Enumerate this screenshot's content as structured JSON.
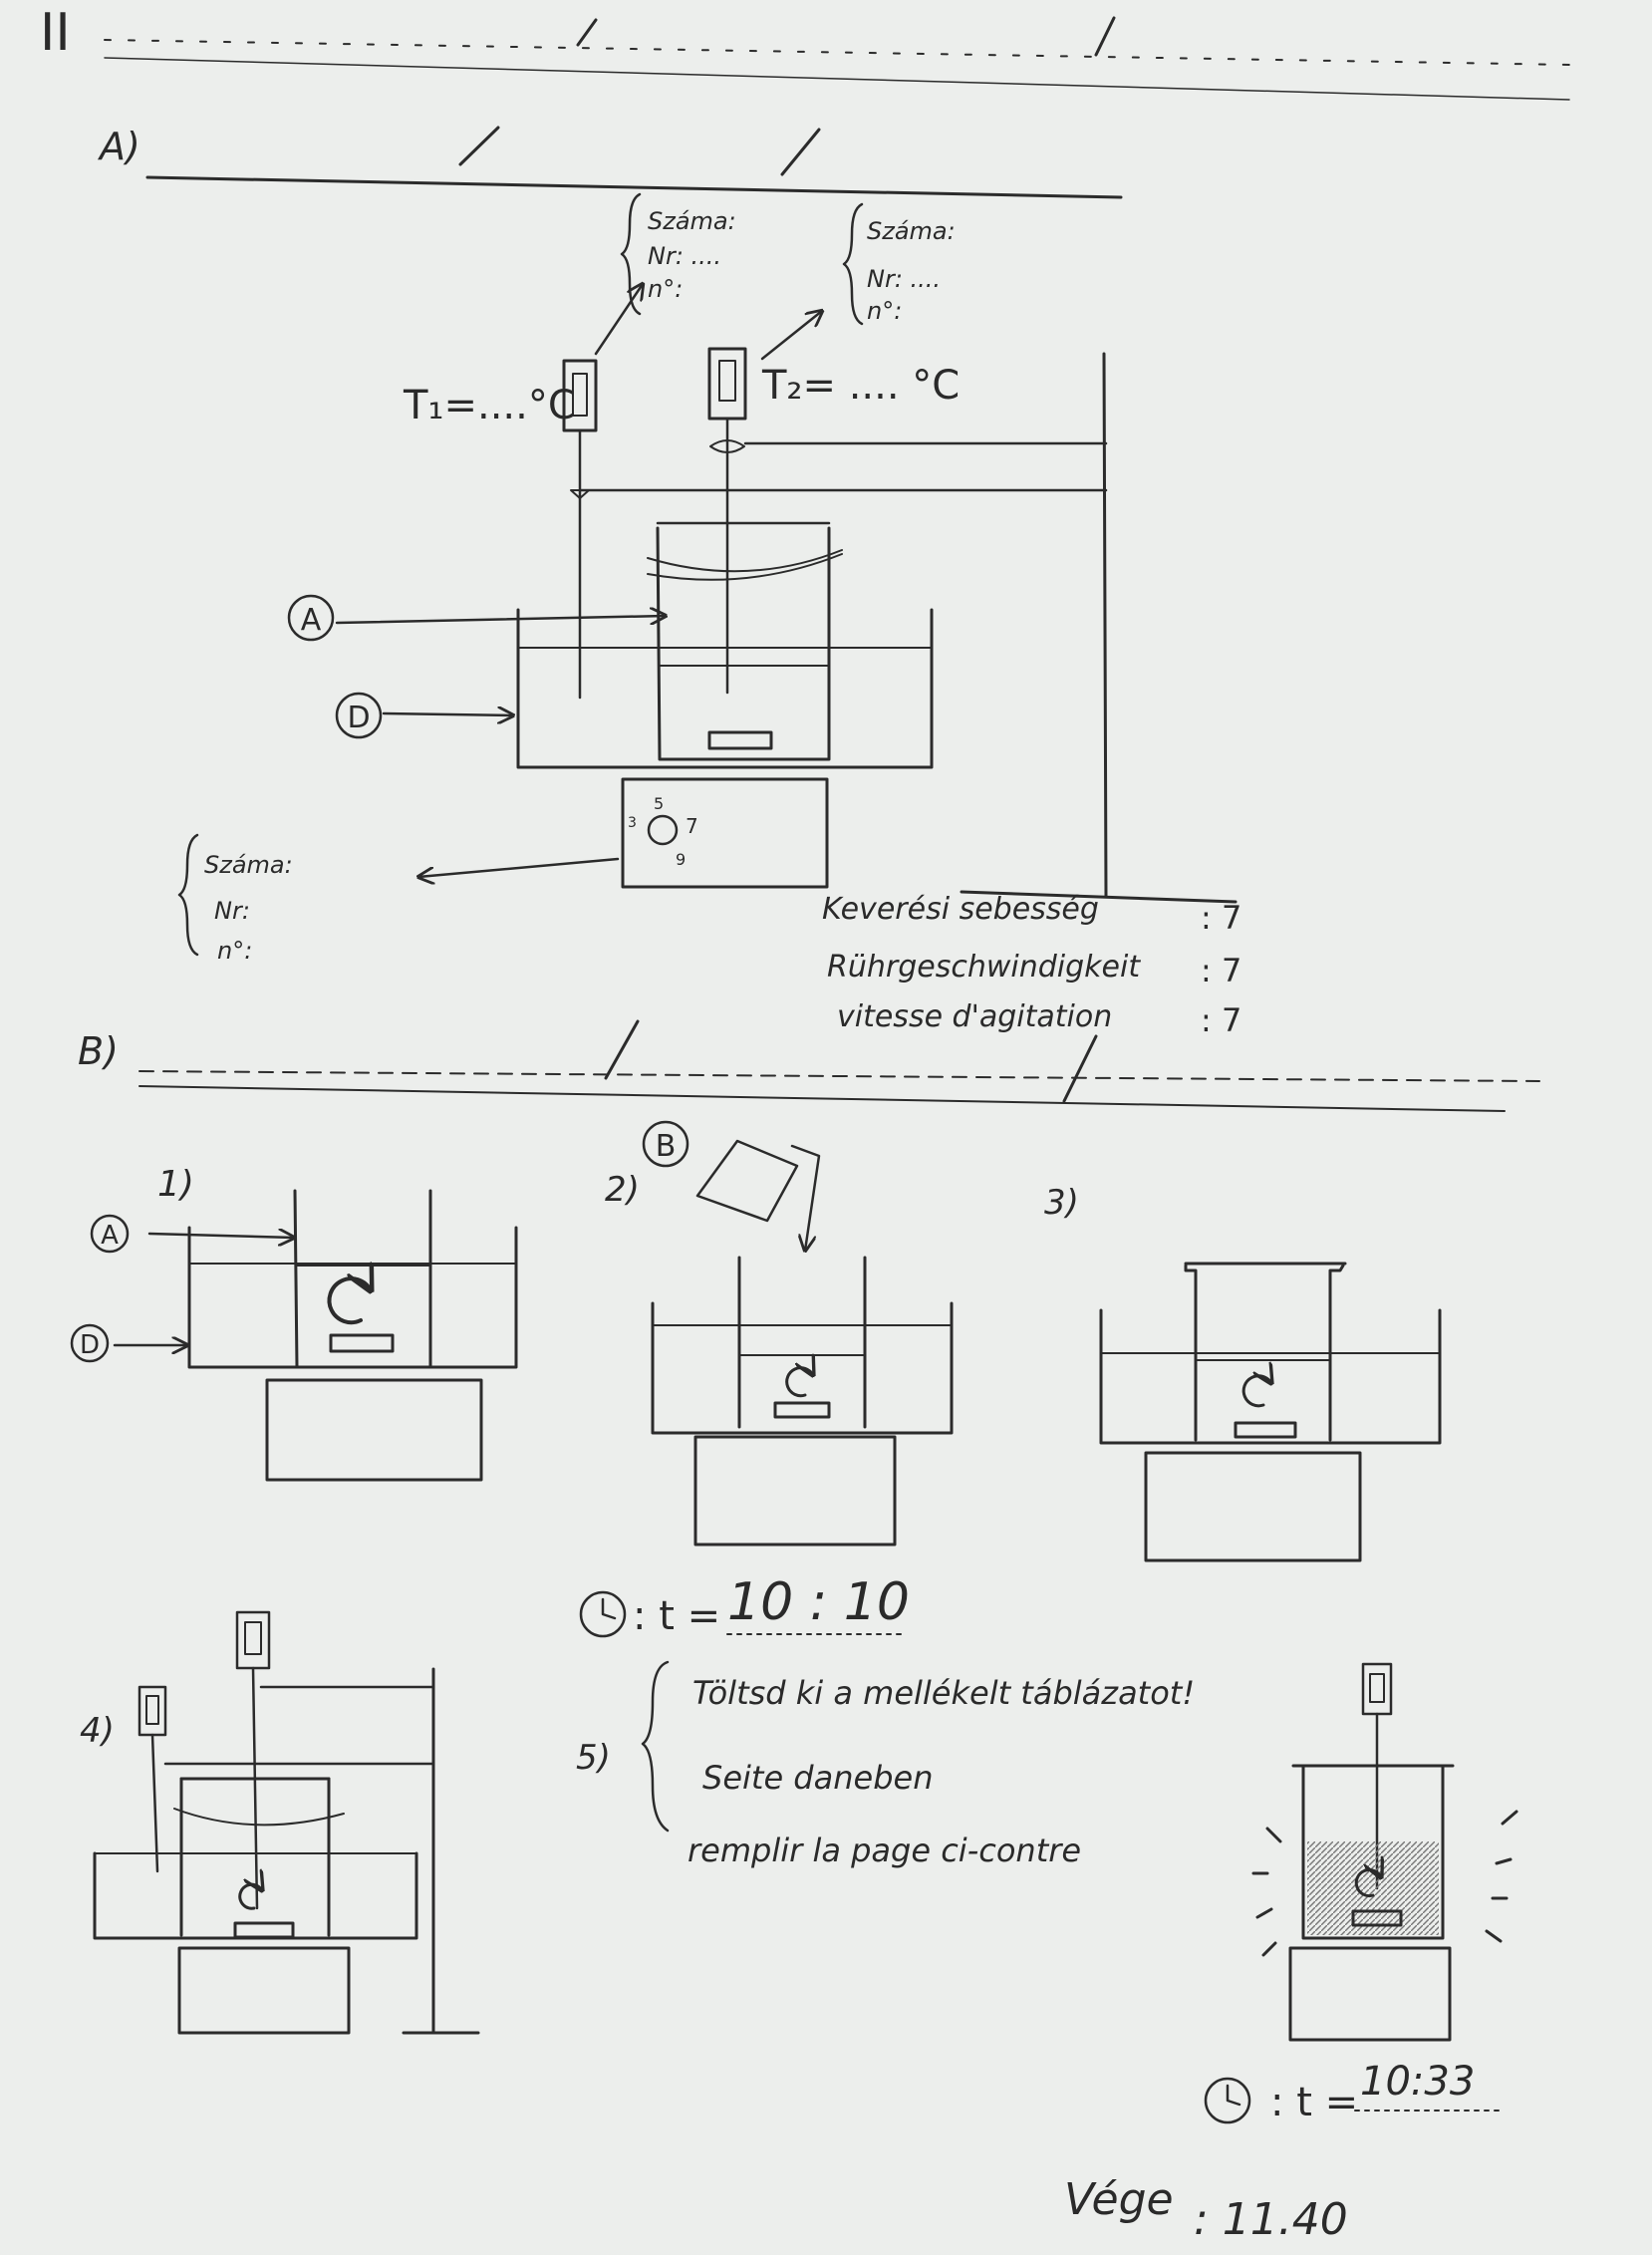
{
  "section": {
    "numeral": "II"
  },
  "part_a": {
    "label": "A)",
    "thermo_1": {
      "reading": "T₁=....°C",
      "note": {
        "line1": "Száma:",
        "line2": "Nr: ....",
        "line3": "n°:"
      }
    },
    "thermo_2": {
      "reading": "T₂= .... °C",
      "note": {
        "line1": "Száma:",
        "line2": "Nr: ....",
        "line3": "n°:"
      }
    },
    "marker_a": "A",
    "marker_d": "D",
    "stirrer_dial": {
      "n1": "3",
      "n2": "5",
      "n3": "7",
      "n4": "9"
    },
    "stirrer_note": {
      "line1": "Száma:",
      "line2": "Nr:",
      "line3": "n°:"
    },
    "speed": {
      "hu": "Keverési sebesség",
      "hu_value": ": 7",
      "de": "Rührgeschwindigkeit",
      "de_value": ": 7",
      "fr": "vitesse d'agitation",
      "fr_value": ": 7"
    }
  },
  "part_b": {
    "label": "B)",
    "step1": {
      "label": "1)",
      "marker_a": "A",
      "marker_d": "D"
    },
    "step2": {
      "label": "2)",
      "marker_b": "B"
    },
    "step3": {
      "label": "3)"
    },
    "time1": {
      "prefix": ": t =",
      "value": "10 : 10"
    },
    "step4": {
      "label": "4)"
    },
    "step5": {
      "label": "5)",
      "line1": "Töltsd ki a mellékelt táblázatot!",
      "line2": "Seite daneben",
      "line3": "remplir la page ci-contre"
    },
    "time2": {
      "prefix": ": t =",
      "value": "10:33"
    },
    "end": {
      "label": "Vége",
      "value": ": 11.40"
    }
  }
}
